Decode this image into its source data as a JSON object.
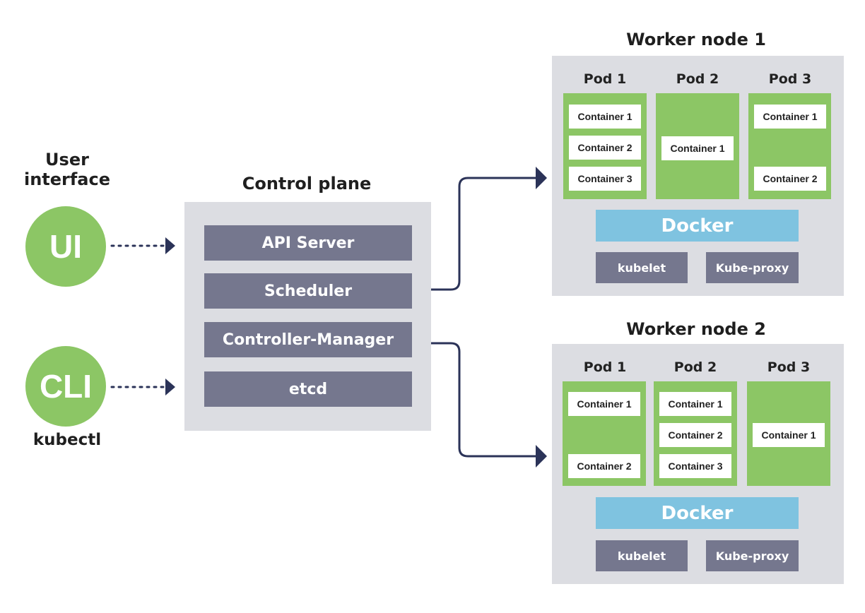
{
  "user_interface": {
    "title": "User interface",
    "ui_label": "UI",
    "cli_label": "CLI",
    "cli_caption": "kubectl"
  },
  "control_plane": {
    "title": "Control plane",
    "items": [
      "API Server",
      "Scheduler",
      "Controller-Manager",
      "etcd"
    ]
  },
  "worker_nodes": [
    {
      "title": "Worker node 1",
      "pods": [
        {
          "label": "Pod 1",
          "containers": [
            "Container 1",
            "Container 2",
            "Container 3"
          ]
        },
        {
          "label": "Pod 2",
          "containers": [
            "Container 1"
          ]
        },
        {
          "label": "Pod 3",
          "containers": [
            "Container 1",
            "Container 2"
          ]
        }
      ],
      "runtime": "Docker",
      "kubelet": "kubelet",
      "proxy": "Kube-proxy"
    },
    {
      "title": "Worker node 2",
      "pods": [
        {
          "label": "Pod 1",
          "containers": [
            "Container 1",
            "Container 2"
          ]
        },
        {
          "label": "Pod 2",
          "containers": [
            "Container 1",
            "Container 2",
            "Container 3"
          ]
        },
        {
          "label": "Pod 3",
          "containers": [
            "Container 1"
          ]
        }
      ],
      "runtime": "Docker",
      "kubelet": "kubelet",
      "proxy": "Kube-proxy"
    }
  ],
  "colors": {
    "green": "#8cc665",
    "panel": "#dcdde2",
    "component": "#75778e",
    "docker": "#7fc3e0",
    "arrow": "#2b3358"
  }
}
